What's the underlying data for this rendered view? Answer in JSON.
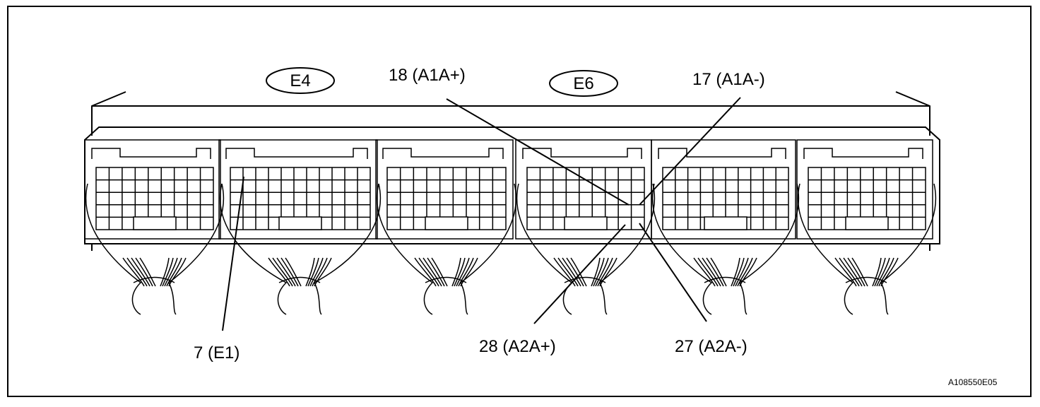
{
  "connectors": {
    "e4": "E4",
    "e6": "E6"
  },
  "callouts": {
    "pin18": "18 (A1A+)",
    "pin17": "17 (A1A-)",
    "pin7": "7 (E1)",
    "pin28": "28 (A2A+)",
    "pin27": "27 (A2A-)"
  },
  "reference_code": "A108550E05",
  "colors": {
    "line": "#000000",
    "background": "#ffffff"
  }
}
